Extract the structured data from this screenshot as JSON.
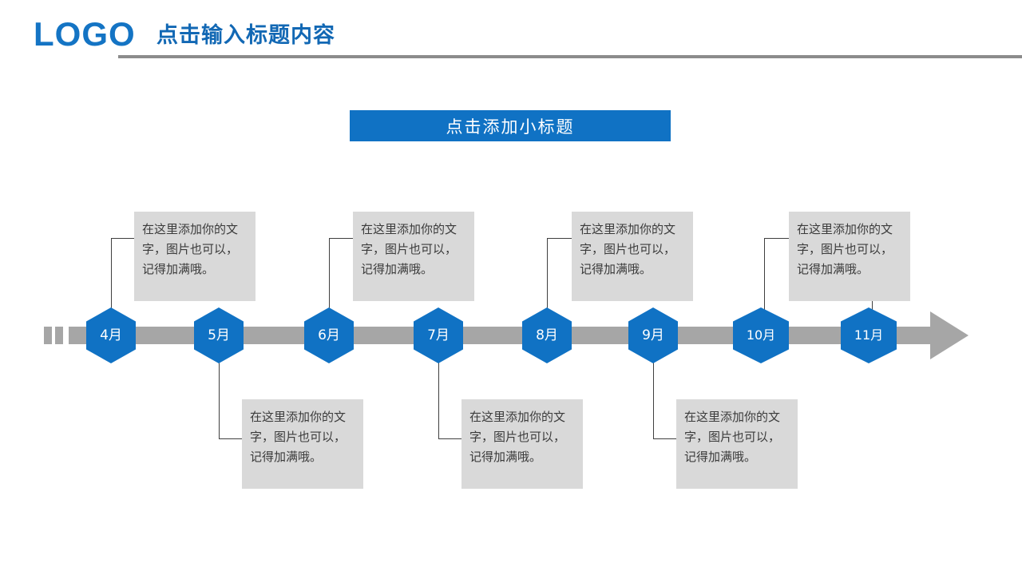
{
  "header": {
    "logo": "LOGO",
    "title": "点击输入标题内容"
  },
  "subtitle": {
    "label": "点击添加小标题"
  },
  "timeline": {
    "body_text": "在这里添加你的文字，图片也可以，记得加满哦。",
    "markers": [
      {
        "label": "4月",
        "side": "top"
      },
      {
        "label": "5月",
        "side": "bottom"
      },
      {
        "label": "6月",
        "side": "top"
      },
      {
        "label": "7月",
        "side": "bottom"
      },
      {
        "label": "8月",
        "side": "top"
      },
      {
        "label": "9月",
        "side": "bottom"
      },
      {
        "label": "10月",
        "side": "top"
      },
      {
        "label": "11月",
        "side": "top"
      }
    ]
  },
  "colors": {
    "brand_blue": "#1072C4",
    "logo_blue": "#1474C4",
    "title_blue": "#1268B4",
    "axis_gray": "#A6A6A6",
    "box_gray": "#D9D9D9",
    "rule_gray": "#8C8C8C",
    "text_gray": "#3B3B3B",
    "white": "#FFFFFF"
  }
}
